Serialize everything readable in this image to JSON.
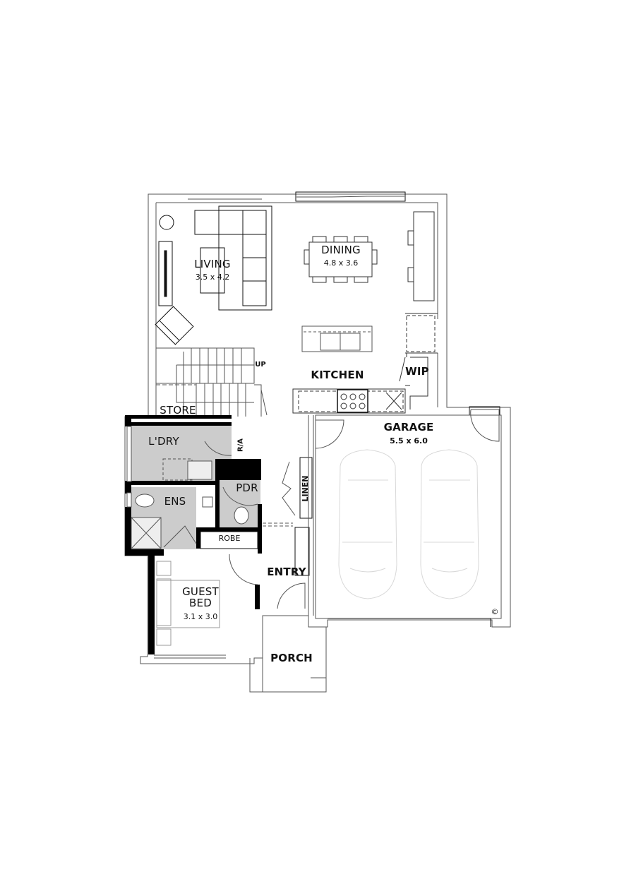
{
  "rooms": {
    "living": {
      "name": "LIVING",
      "size": "3.5 x 4.2"
    },
    "dining": {
      "name": "DINING",
      "size": "4.8 x 3.6"
    },
    "kitchen": {
      "name": "KITCHEN"
    },
    "wip": {
      "name": "WIP"
    },
    "store": {
      "name": "STORE"
    },
    "stairs": {
      "direction": "UP"
    },
    "laundry": {
      "name": "L'DRY"
    },
    "ra": {
      "name": "R/A"
    },
    "powder": {
      "name": "PDR"
    },
    "ensuite": {
      "name": "ENS"
    },
    "robe": {
      "name": "ROBE"
    },
    "linen": {
      "name": "LINEN"
    },
    "entry": {
      "name": "ENTRY"
    },
    "guest_bed": {
      "name_line1": "GUEST",
      "name_line2": "BED",
      "size": "3.1 x 3.0"
    },
    "garage": {
      "name": "GARAGE",
      "size": "5.5 x 6.0"
    },
    "porch": {
      "name": "PORCH"
    }
  },
  "symbols": {
    "garage_mark": "©"
  },
  "colors": {
    "wall_outline": "#555555",
    "wet_area_fill": "#cccccc",
    "solid_wall": "#000000",
    "car_outline": "#d8d8d8"
  }
}
